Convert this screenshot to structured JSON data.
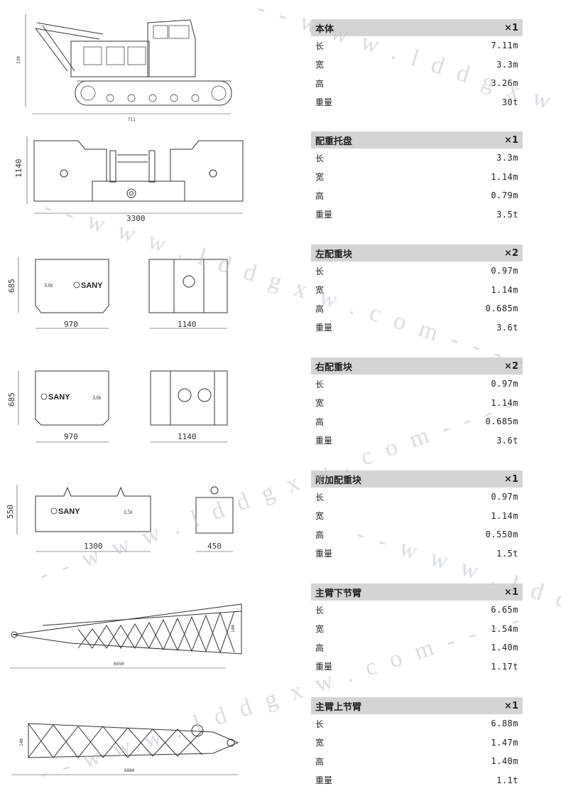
{
  "watermark": "- - w w w . l d d g x w . c o m - - - -",
  "drawings": {
    "body_height_dim": "330",
    "body_length_dim": "711",
    "tray_width": "1140",
    "tray_length": "3300",
    "left_block": {
      "height": "685",
      "front": "970",
      "side": "1140",
      "weight_mark": "3.6t",
      "brand": "SANY"
    },
    "right_block": {
      "height": "685",
      "front": "970",
      "side": "1140",
      "weight_mark": "3.6t",
      "brand": "SANY"
    },
    "extra_block": {
      "height": "550",
      "front": "1300",
      "side": "450",
      "weight_mark": "1.5t",
      "brand": "SANY"
    },
    "lower_boom": {
      "length_dim": "6650",
      "height_dim": "140"
    },
    "upper_boom": {
      "length_dim": "6880",
      "height_dim": "140"
    }
  },
  "labels": {
    "length": "长",
    "width": "宽",
    "height": "高",
    "weight": "重量"
  },
  "sections": [
    {
      "name": "本体",
      "qty": "×1",
      "length": "7.11m",
      "width": "3.3m",
      "height": "3.26m",
      "weight": "30t"
    },
    {
      "name": "配重托盘",
      "qty": "×1",
      "length": "3.3m",
      "width": "1.14m",
      "height": "0.79m",
      "weight": "3.5t"
    },
    {
      "name": "左配重块",
      "qty": "×2",
      "length": "0.97m",
      "width": "1.14m",
      "height": "0.685m",
      "weight": "3.6t"
    },
    {
      "name": "右配重块",
      "qty": "×2",
      "length": "0.97m",
      "width": "1.14m",
      "height": "0.685m",
      "weight": "3.6t"
    },
    {
      "name": "附加配重块",
      "qty": "×1",
      "length": "0.97m",
      "width": "1.14m",
      "height": "0.550m",
      "weight": "1.5t"
    },
    {
      "name": "主臂下节臂",
      "qty": "×1",
      "length": "6.65m",
      "width": "1.54m",
      "height": "1.40m",
      "weight": "1.17t"
    },
    {
      "name": "主臂上节臂",
      "qty": "×1",
      "length": "6.88m",
      "width": "1.47m",
      "height": "1.40m",
      "weight": "1.1t"
    }
  ]
}
